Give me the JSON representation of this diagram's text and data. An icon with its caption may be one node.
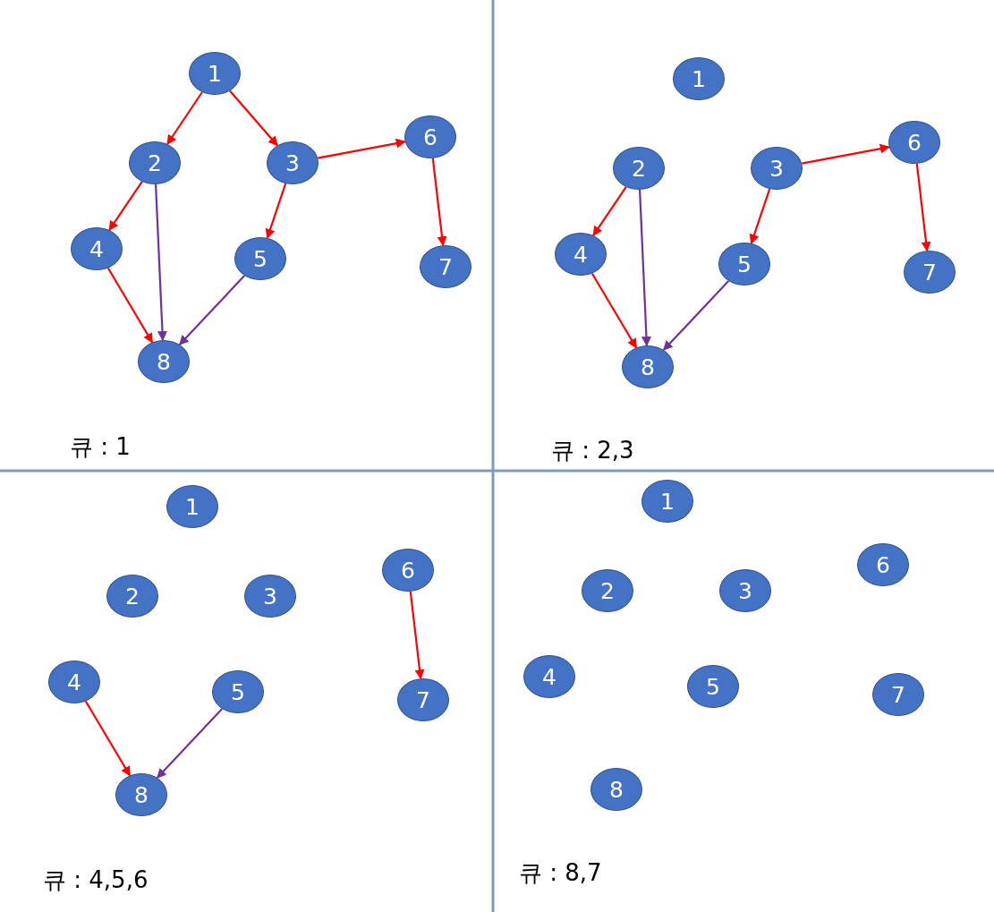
{
  "diagram": {
    "nodes": [
      {
        "text": [
          "1"
        ]
      },
      {
        "text": [
          "2"
        ]
      },
      {
        "text": [
          "3"
        ]
      },
      {
        "text": [
          "4"
        ]
      },
      {
        "text": [
          "5"
        ]
      },
      {
        "text": [
          "6"
        ]
      },
      {
        "text": [
          "7"
        ]
      },
      {
        "text": [
          "8"
        ]
      },
      {
        "text": [
          "1"
        ]
      },
      {
        "text": [
          "2"
        ]
      },
      {
        "text": [
          "3"
        ]
      },
      {
        "text": [
          "4"
        ]
      },
      {
        "text": [
          "5"
        ]
      },
      {
        "text": [
          "6"
        ]
      },
      {
        "text": [
          "7"
        ]
      },
      {
        "text": [
          "8"
        ]
      },
      {
        "text": [
          "1"
        ]
      },
      {
        "text": [
          "2"
        ]
      },
      {
        "text": [
          "3"
        ]
      },
      {
        "text": [
          "4"
        ]
      },
      {
        "text": [
          "5"
        ]
      },
      {
        "text": [
          "6"
        ]
      },
      {
        "text": [
          "7"
        ]
      },
      {
        "text": [
          "8"
        ]
      },
      {
        "text": [
          "1"
        ]
      },
      {
        "text": [
          "2"
        ]
      },
      {
        "text": [
          "3"
        ]
      },
      {
        "text": [
          "4"
        ]
      },
      {
        "text": [
          "5"
        ]
      },
      {
        "text": [
          "6"
        ]
      },
      {
        "text": [
          "7"
        ]
      },
      {
        "text": [
          "8"
        ]
      }
    ],
    "edges": [
      {
        "from": 0,
        "to": 1,
        "arrow": "to"
      },
      {
        "from": 0,
        "to": 2,
        "arrow": "to"
      },
      {
        "from": 1,
        "to": 3,
        "arrow": "to"
      },
      {
        "from": 1,
        "to": 7,
        "arrow": "to",
        "color": "#7030a0"
      },
      {
        "from": 2,
        "to": 5,
        "arrow": "to"
      },
      {
        "from": 2,
        "to": 4,
        "arrow": "to"
      },
      {
        "from": 3,
        "to": 7,
        "arrow": "to"
      },
      {
        "from": 4,
        "to": 7,
        "arrow": "to",
        "color": "#7030a0"
      },
      {
        "from": 5,
        "to": 6,
        "arrow": "to"
      },
      {
        "from": 9,
        "to": 11,
        "arrow": "to"
      },
      {
        "from": 9,
        "to": 15,
        "arrow": "to",
        "color": "#7030a0"
      },
      {
        "from": 10,
        "to": 13,
        "arrow": "to"
      },
      {
        "from": 10,
        "to": 12,
        "arrow": "to"
      },
      {
        "from": 11,
        "to": 15,
        "arrow": "to"
      },
      {
        "from": 12,
        "to": 15,
        "arrow": "to",
        "color": "#7030a0"
      },
      {
        "from": 13,
        "to": 14,
        "arrow": "to"
      },
      {
        "from": 19,
        "to": 23,
        "arrow": "to"
      },
      {
        "from": 20,
        "to": 23,
        "arrow": "to",
        "color": "#7030a0"
      },
      {
        "from": 21,
        "to": 22,
        "arrow": "to"
      }
    ],
    "labels": [
      "큐 : 1",
      "큐 : 2,3",
      "큐 : 4,5,6",
      "큐 : 8,7"
    ]
  }
}
